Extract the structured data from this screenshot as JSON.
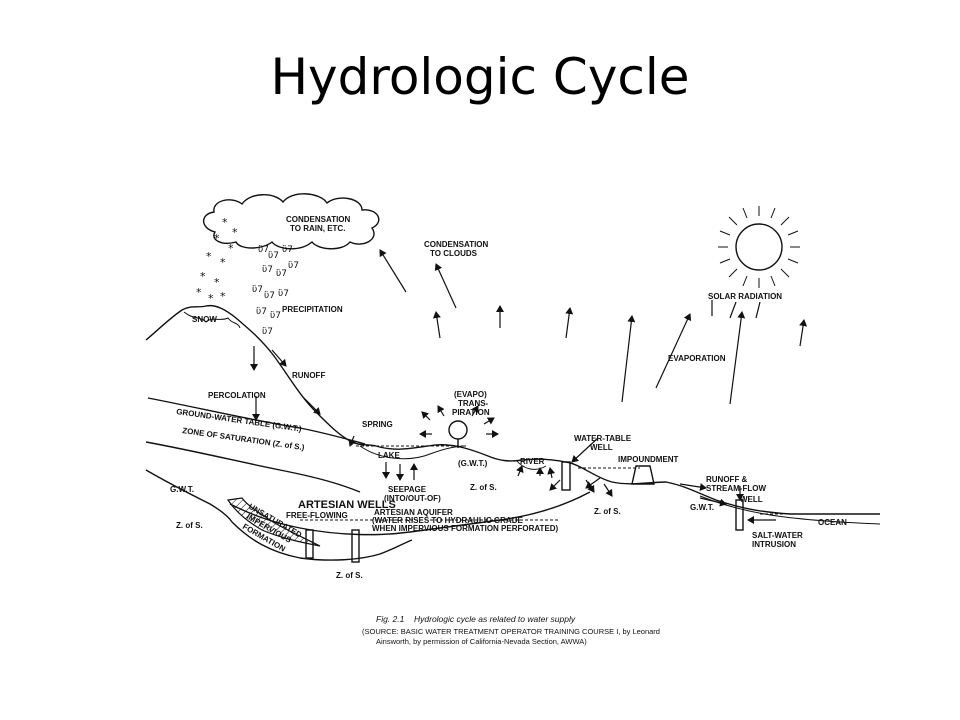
{
  "slide": {
    "title": "Hydrologic Cycle"
  },
  "diagram": {
    "labels": {
      "condensation_rain_1": "CONDENSATION",
      "condensation_rain_2": "TO RAIN, ETC.",
      "condensation_clouds_1": "CONDENSATION",
      "condensation_clouds_2": "TO CLOUDS",
      "solar_radiation": "SOLAR RADIATION",
      "precipitation": "PRECIPITATION",
      "snow": "SNOW",
      "runoff": "RUNOFF",
      "percolation": "PERCOLATION",
      "evaporation": "EVAPORATION",
      "evapotranspiration_1": "(EVAPO)",
      "evapotranspiration_2": "TRANS-",
      "evapotranspiration_3": "PIRATION",
      "ground_water_table": "GROUND-WATER TABLE (G.W.T.)",
      "zone_of_saturation": "ZONE OF SATURATION (Z. of S.)",
      "spring": "SPRING",
      "lake": "LAKE",
      "gwt_mid": "(G.W.T.)",
      "river": "RIVER",
      "water_table_well_1": "WATER-TABLE",
      "water_table_well_2": "WELL",
      "impoundment": "IMPOUNDMENT",
      "seepage_1": "SEEPAGE",
      "seepage_2": "(INTO/OUT-OF)",
      "zs_center": "Z. of S.",
      "runoff_streamflow_1": "RUNOFF &",
      "runoff_streamflow_2": "STREAM-FLOW",
      "well": "WELL",
      "ocean": "OCEAN",
      "gwt_left": "G.W.T.",
      "zs_left": "Z. of S.",
      "artesian_wells": "ARTESIAN WELLS",
      "free_flowing": "FREE-FLOWING",
      "artesian_aquifer_1": "ARTESIAN AQUIFER",
      "artesian_aquifer_2": "(WATER RISES TO HYDRAULIC GRADE",
      "artesian_aquifer_3": "WHEN IMPERVIOUS FORMATION PERFORATED)",
      "unsaturated": "UNSATURATED",
      "impervious": "IMPERVIOUS",
      "formation": "FORMATION",
      "zs_bottom": "Z. of S.",
      "zs_mid_right": "Z. of S.",
      "gwt_right": "G.W.T.",
      "salt_water_1": "SALT-WATER",
      "salt_water_2": "INTRUSION"
    },
    "caption": {
      "fig_label": "Fig. 2.1",
      "fig_text": "Hydrologic cycle as related to water supply",
      "source_1": "(SOURCE: BASIC WATER TREATMENT OPERATOR TRAINING COURSE I, by Leonard",
      "source_2": "Ainsworth, by permission of California-Nevada Section, AWWA)"
    }
  }
}
